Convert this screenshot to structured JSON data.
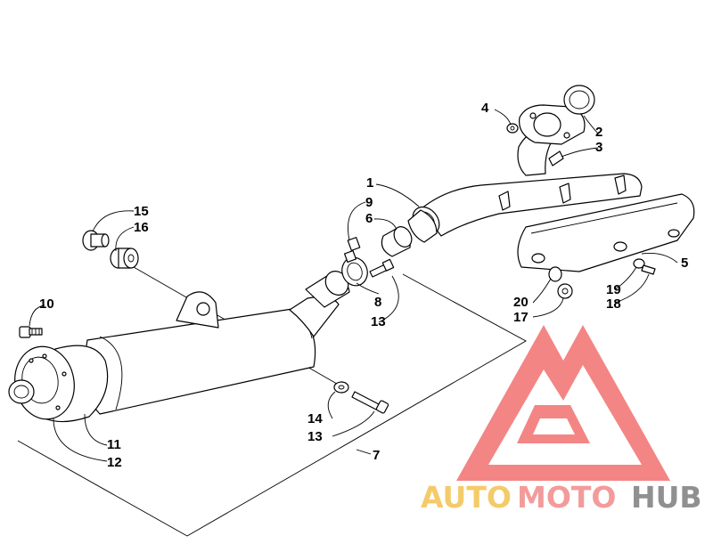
{
  "callouts": {
    "c1": "1",
    "c2": "2",
    "c3": "3",
    "c4": "4",
    "c5": "5",
    "c6": "6",
    "c7": "7",
    "c8": "8",
    "c9": "9",
    "c10": "10",
    "c11": "11",
    "c12": "12",
    "c13a": "13",
    "c13b": "13",
    "c14": "14",
    "c15": "15",
    "c16": "16",
    "c17": "17",
    "c18": "18",
    "c19": "19",
    "c20": "20"
  },
  "watermark": {
    "auto": "AUTO",
    "moto": "MOTO",
    "hub": "HUB",
    "colors": {
      "auto": "#f3c24f",
      "moto": "#f28a8a",
      "hub": "#7d7d7d",
      "triangle": "#f27070"
    }
  }
}
